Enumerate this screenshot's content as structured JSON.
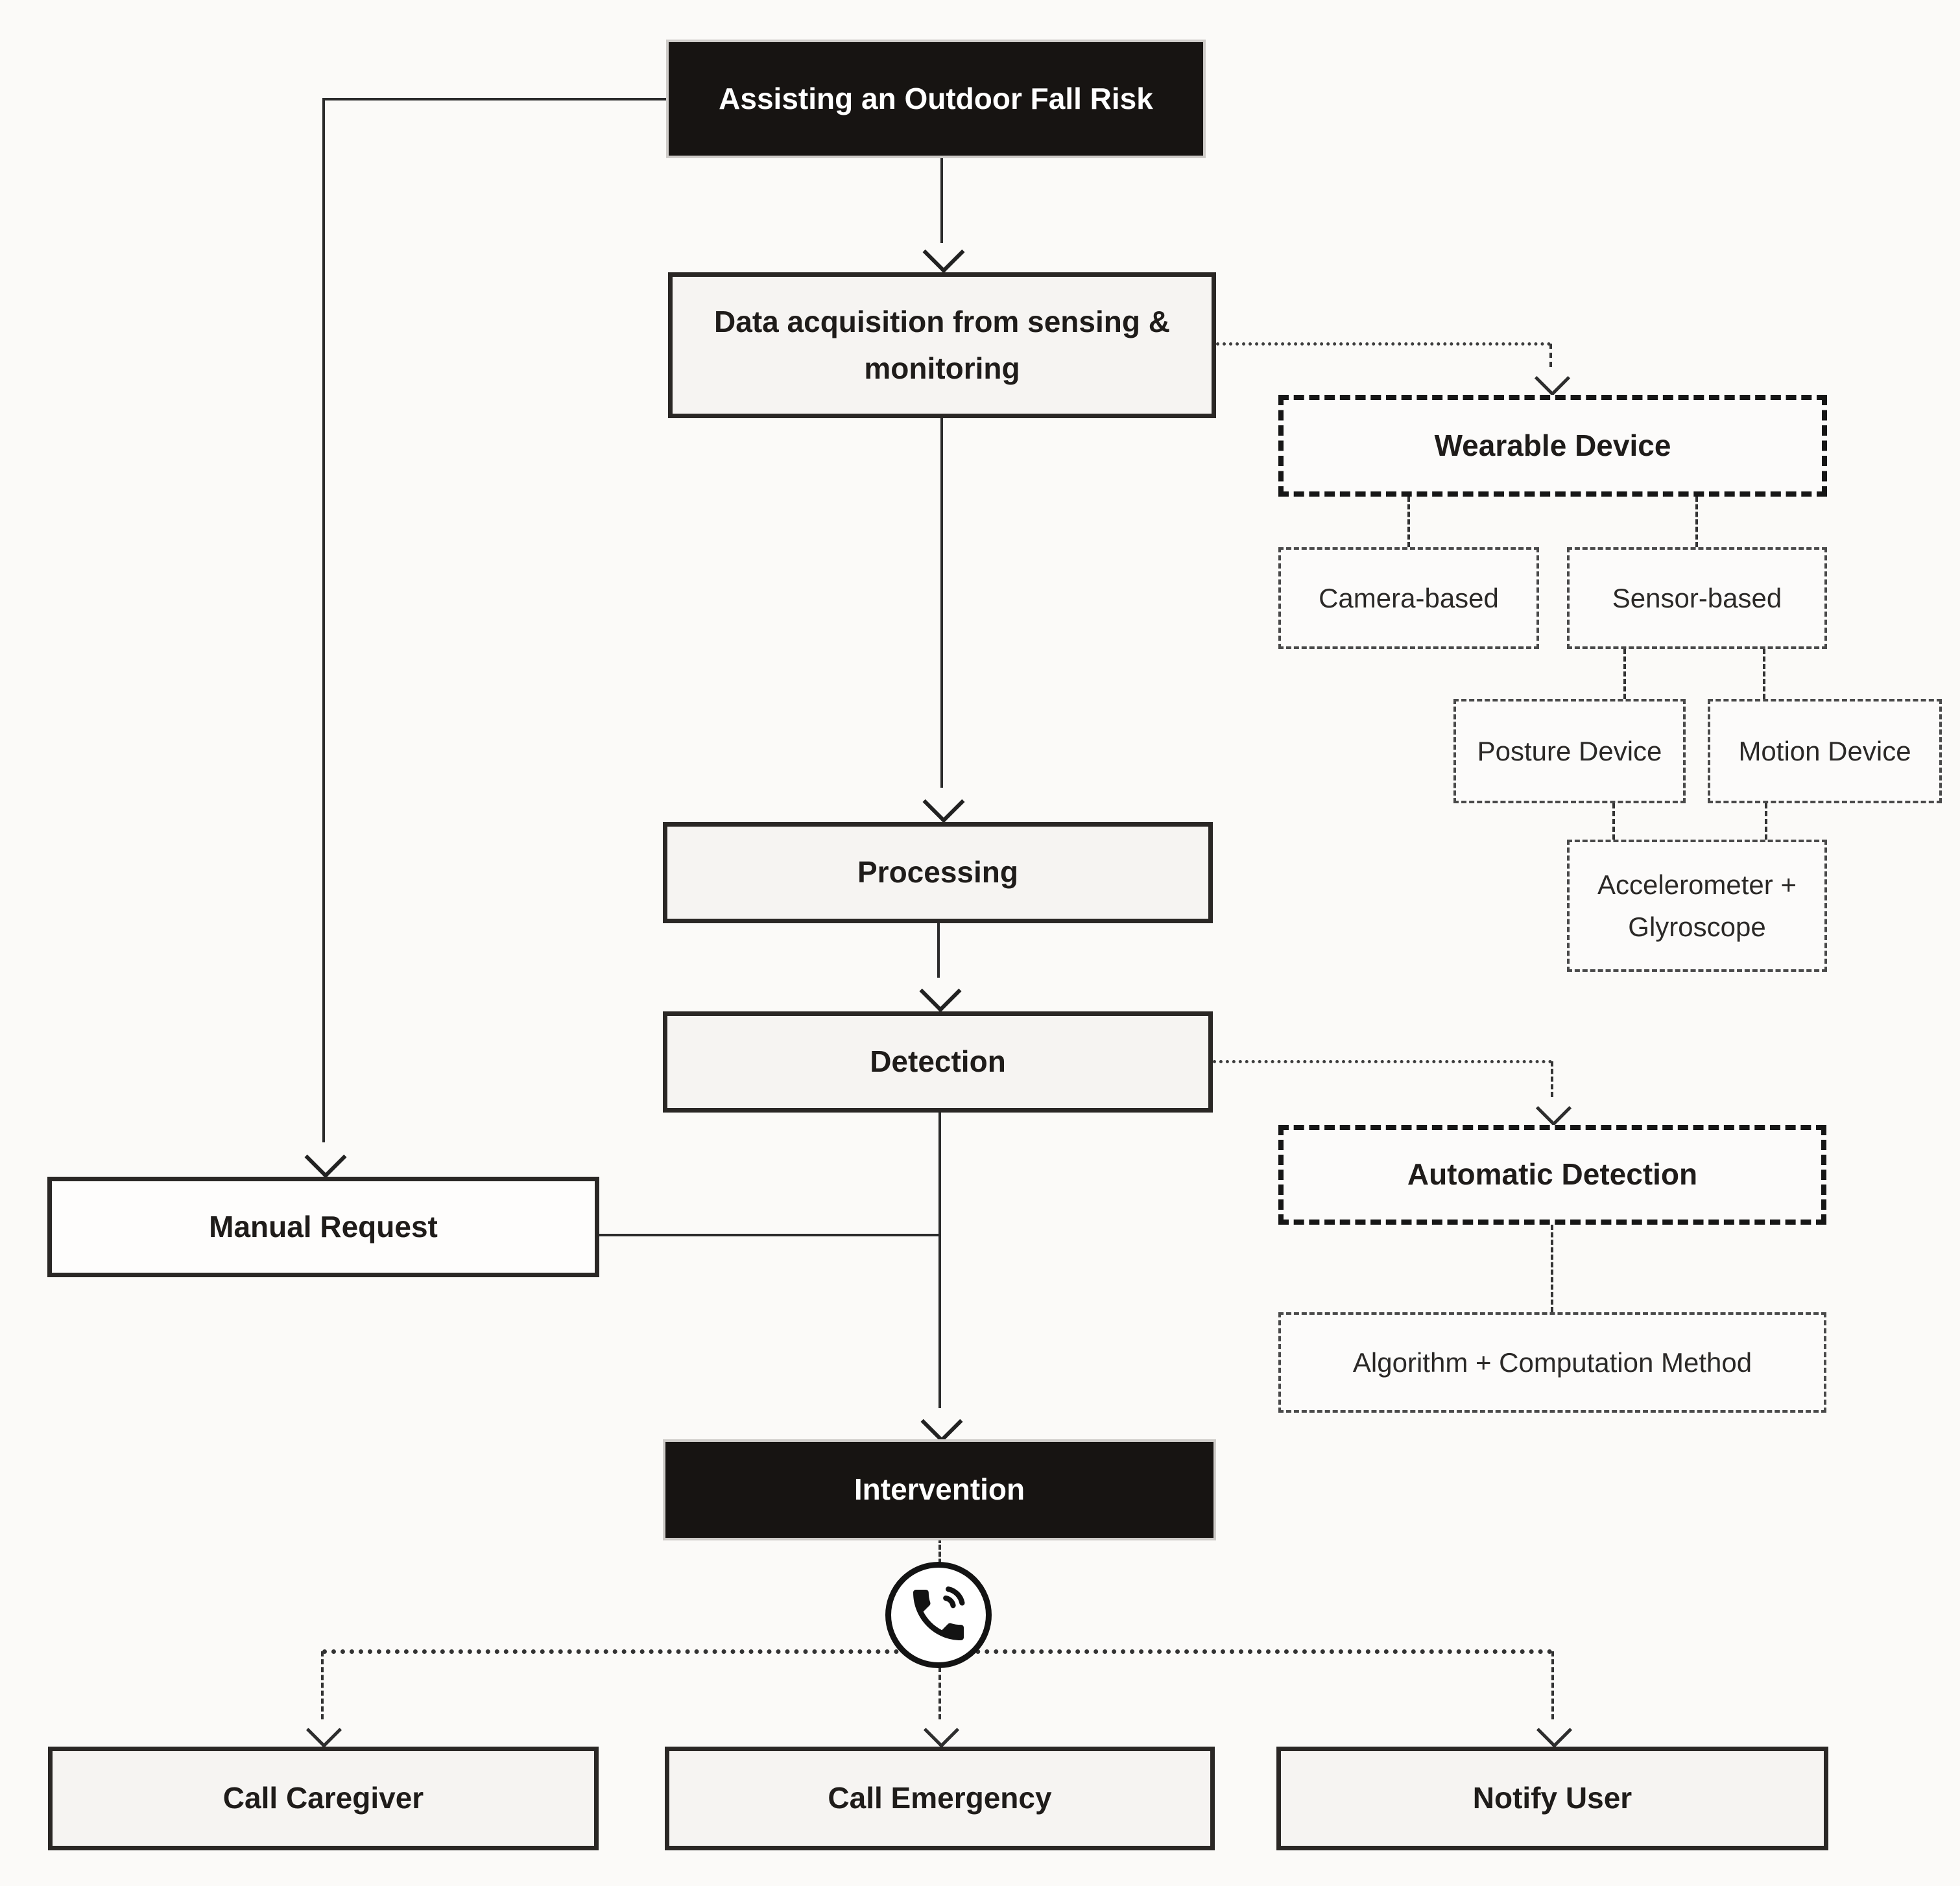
{
  "diagram": {
    "title": "Assisting an Outdoor Fall Risk",
    "nodes": {
      "root": {
        "label": "Assisting an Outdoor Fall Risk",
        "style": "filled-black"
      },
      "data_acquisition": {
        "label": "Data acquisition from sensing & monitoring",
        "style": "solid"
      },
      "wearable_device": {
        "label": "Wearable Device",
        "style": "bold-dashed"
      },
      "camera_based": {
        "label": "Camera-based",
        "style": "dotted"
      },
      "sensor_based": {
        "label": "Sensor-based",
        "style": "dotted"
      },
      "posture_device": {
        "label": "Posture Device",
        "style": "dotted"
      },
      "motion_device": {
        "label": "Motion Device",
        "style": "dotted"
      },
      "accelerometer_gyroscope": {
        "label": "Accelerometer + Glyroscope",
        "style": "dotted"
      },
      "processing": {
        "label": "Processing",
        "style": "solid"
      },
      "detection": {
        "label": "Detection",
        "style": "solid"
      },
      "automatic_detection": {
        "label": "Automatic Detection",
        "style": "bold-dashed"
      },
      "algorithm_method": {
        "label": "Algorithm + Computation Method",
        "style": "dotted"
      },
      "manual_request": {
        "label": "Manual Request",
        "style": "solid-white"
      },
      "intervention": {
        "label": "Intervention",
        "style": "filled-black"
      },
      "call_caregiver": {
        "label": "Call Caregiver",
        "style": "solid"
      },
      "call_emergency": {
        "label": "Call Emergency",
        "style": "solid"
      },
      "notify_user": {
        "label": "Notify User",
        "style": "solid"
      }
    },
    "edges": [
      {
        "from": "root",
        "to": "data_acquisition",
        "type": "solid-arrow"
      },
      {
        "from": "root",
        "to": "manual_request",
        "type": "solid-arrow"
      },
      {
        "from": "data_acquisition",
        "to": "wearable_device",
        "type": "dotted-arrow"
      },
      {
        "from": "data_acquisition",
        "to": "processing",
        "type": "solid-arrow"
      },
      {
        "from": "wearable_device",
        "to": "camera_based",
        "type": "dashed"
      },
      {
        "from": "wearable_device",
        "to": "sensor_based",
        "type": "dashed"
      },
      {
        "from": "sensor_based",
        "to": "posture_device",
        "type": "dashed"
      },
      {
        "from": "sensor_based",
        "to": "motion_device",
        "type": "dashed"
      },
      {
        "from": "posture_device",
        "to": "accelerometer_gyroscope",
        "type": "dashed"
      },
      {
        "from": "motion_device",
        "to": "accelerometer_gyroscope",
        "type": "dashed"
      },
      {
        "from": "processing",
        "to": "detection",
        "type": "solid-arrow"
      },
      {
        "from": "detection",
        "to": "automatic_detection",
        "type": "dotted-arrow"
      },
      {
        "from": "automatic_detection",
        "to": "algorithm_method",
        "type": "dashed"
      },
      {
        "from": "detection",
        "to": "intervention",
        "type": "solid-arrow"
      },
      {
        "from": "manual_request",
        "to": "intervention",
        "type": "solid"
      },
      {
        "from": "intervention",
        "to": "call_caregiver",
        "type": "dashed-arrow"
      },
      {
        "from": "intervention",
        "to": "call_emergency",
        "type": "dashed-arrow"
      },
      {
        "from": "intervention",
        "to": "notify_user",
        "type": "dashed-arrow"
      }
    ],
    "icons": {
      "phone": "phone-volume-icon"
    },
    "colors": {
      "background": "#fbfaf8",
      "node_fill": "#f6f4f2",
      "node_border": "#2a2725",
      "filled_node": "#171412",
      "filled_node_text": "#ffffff",
      "text": "#1f1c1a",
      "line": "#2b2b2b"
    }
  }
}
